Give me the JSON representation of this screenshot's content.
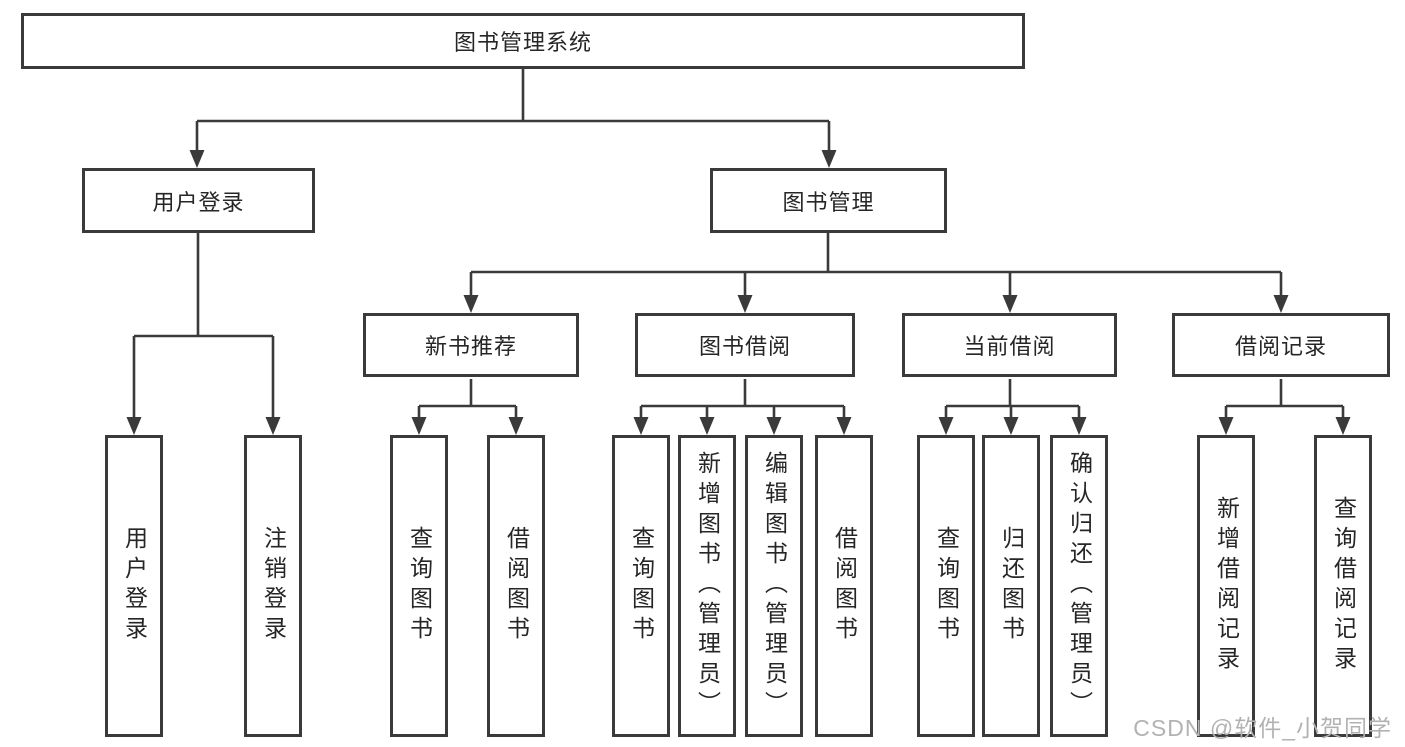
{
  "title": "图书管理系统",
  "watermark": "CSDN @软件_小贺同学",
  "colors": {
    "line": "#3a3a3a",
    "text": "#262626",
    "watermark": "#b2b2b2",
    "background": "#ffffff"
  },
  "nodes": {
    "root": "图书管理系统",
    "userLoginGroup": "用户登录",
    "bookManagement": "图书管理",
    "newBookRecommend": "新书推荐",
    "bookBorrowing": "图书借阅",
    "currentBorrowing": "当前借阅",
    "borrowRecords": "借阅记录",
    "userLogin": "用户登录",
    "logout": "注销登录",
    "queryBooksRecommend": "查询图书",
    "borrowBooksRecommend": "借阅图书",
    "queryBooksBorrowing": "查询图书",
    "addBooksAdmin": "新增图书（管理员）",
    "editBooksAdmin": "编辑图书（管理员）",
    "borrowBooksBorrowing": "借阅图书",
    "queryBooksCurrent": "查询图书",
    "returnBooks": "归还图书",
    "confirmReturnAdmin": "确认归还（管理员）",
    "addBorrowRecord": "新增借阅记录",
    "queryBorrowRecord": "查询借阅记录"
  },
  "hierarchy": [
    {
      "parent": "图书管理系统",
      "children": [
        "用户登录",
        "图书管理"
      ]
    },
    {
      "parent": "用户登录",
      "children": [
        "用户登录",
        "注销登录"
      ]
    },
    {
      "parent": "图书管理",
      "children": [
        "新书推荐",
        "图书借阅",
        "当前借阅",
        "借阅记录"
      ]
    },
    {
      "parent": "新书推荐",
      "children": [
        "查询图书",
        "借阅图书"
      ]
    },
    {
      "parent": "图书借阅",
      "children": [
        "查询图书",
        "新增图书（管理员）",
        "编辑图书（管理员）",
        "借阅图书"
      ]
    },
    {
      "parent": "当前借阅",
      "children": [
        "查询图书",
        "归还图书",
        "确认归还（管理员）"
      ]
    },
    {
      "parent": "借阅记录",
      "children": [
        "新增借阅记录",
        "查询借阅记录"
      ]
    }
  ]
}
